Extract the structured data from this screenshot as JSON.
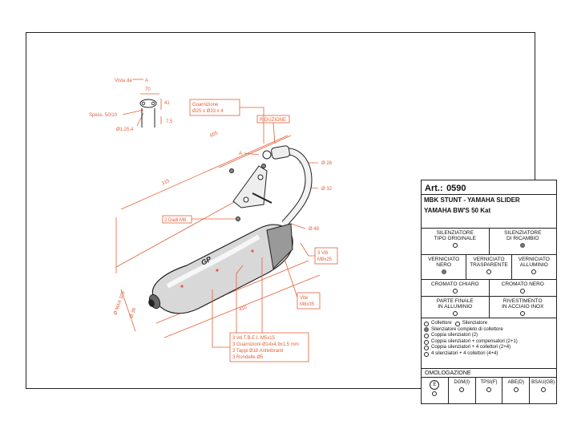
{
  "drawing": {
    "view_label": "Vista da",
    "view_letter": "A",
    "dims": {
      "d70": "70",
      "d41": "41",
      "d7_5": "7,5",
      "d605": "605",
      "d315": "315",
      "d340": "340",
      "d410": "410",
      "d28": "Ø 28",
      "d32": "Ø 32",
      "d48": "Ø 48",
      "d_max": "Ø MAX 106",
      "d38": "Ø 38"
    },
    "thickness": "Spess. 50/10",
    "flange_dia": "Ø1,25,4",
    "arrow_a": "A",
    "guarnizione": [
      "Guarnizione",
      "Ø25 x Ø33 x 4"
    ],
    "riduzione": "RIDUZIONE",
    "dadi": "2 Dadi M8",
    "viti_m8": [
      "3 Viti",
      "M8x25"
    ],
    "vite": [
      "Vite",
      "M8x35"
    ],
    "parts_list": [
      "3 viti T.B.E.I. M5x15",
      "3 Guarnizioni Ø14x4,9x1,5 mm",
      "3 Tappi Ø18 Antivibranti",
      "3 Rondelle Ø5"
    ],
    "brand": "GP"
  },
  "spec": {
    "art_label": "Art.:",
    "art_number": "0590",
    "models": [
      "MBK STUNT - YAMAHA SLIDER",
      "YAMAHA BW'S 50 Kat"
    ],
    "row1": [
      {
        "label": [
          "SILENZIATORE",
          "TIPO ORIGINALE"
        ],
        "filled": false
      },
      {
        "label": [
          "SILENZIATORE",
          "DI RICAMBIO"
        ],
        "filled": true
      }
    ],
    "row2": [
      {
        "label": [
          "VERNICIATO",
          "NERO"
        ],
        "filled": true
      },
      {
        "label": [
          "VERNICIATO",
          "TRASPARENTE"
        ],
        "filled": false
      },
      {
        "label": [
          "VERNICIATO",
          "ALLUMINIO"
        ],
        "filled": false
      }
    ],
    "row3": [
      {
        "label": [
          "CROMATO CHIARO"
        ],
        "filled": false
      },
      {
        "label": [
          "CROMATO NERO"
        ],
        "filled": false
      }
    ],
    "row4": [
      {
        "label": [
          "PARTE FINALE",
          "IN ALLUMINIO"
        ],
        "filled": false
      },
      {
        "label": [
          "RIVESTIMENTO",
          "IN ACCIAIO INOX"
        ],
        "filled": false
      }
    ],
    "options": {
      "collettore": "Collettore",
      "silenziatore": "Silenziatore",
      "list": [
        {
          "text": "Silenziatore completo di collettore",
          "filled": true
        },
        {
          "text": "Coppia silenziatori (2)",
          "filled": false
        },
        {
          "text": "Coppia silenziatori + compensatori (2+1)",
          "filled": false
        },
        {
          "text": "Coppia silenziatori + 4 collettori (2+4)",
          "filled": false
        },
        {
          "text": "4 silenziatori + 4 collettori (4+4)",
          "filled": false
        }
      ]
    },
    "omologazione": {
      "title": "OMOLOGAZIONE",
      "marks": [
        "E",
        "DGM(I)",
        "TPSI(F)",
        "ABE(D)",
        "BSAU(GB)"
      ]
    }
  }
}
